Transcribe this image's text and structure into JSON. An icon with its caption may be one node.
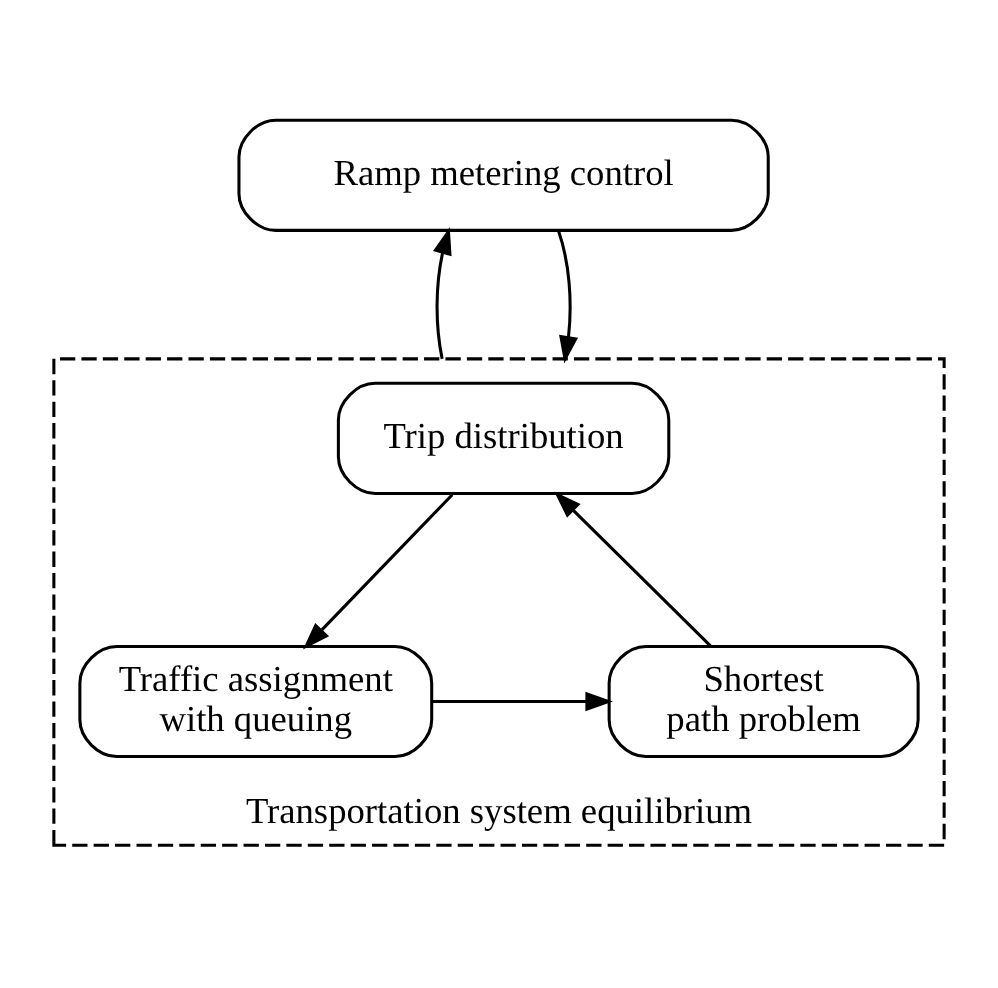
{
  "diagram": {
    "nodes": [
      {
        "text": [
          "Ramp metering control"
        ]
      },
      {
        "text": [
          "Transportation system equilibrium"
        ]
      },
      {
        "text": [
          "Trip distribution"
        ],
        "in": 1
      },
      {
        "text": [
          "Traffic assignment with queuing"
        ],
        "in": 1
      },
      {
        "text": [
          "Shortest path problem"
        ],
        "in": 1
      }
    ],
    "edges": [
      {
        "from": 0,
        "to": 1,
        "arrow": "to"
      },
      {
        "from": 1,
        "to": 0,
        "arrow": "to"
      },
      {
        "from": 2,
        "to": 3,
        "arrow": "to"
      },
      {
        "from": 3,
        "to": 4,
        "arrow": "to"
      },
      {
        "from": 4,
        "to": 2,
        "arrow": "to"
      }
    ]
  }
}
